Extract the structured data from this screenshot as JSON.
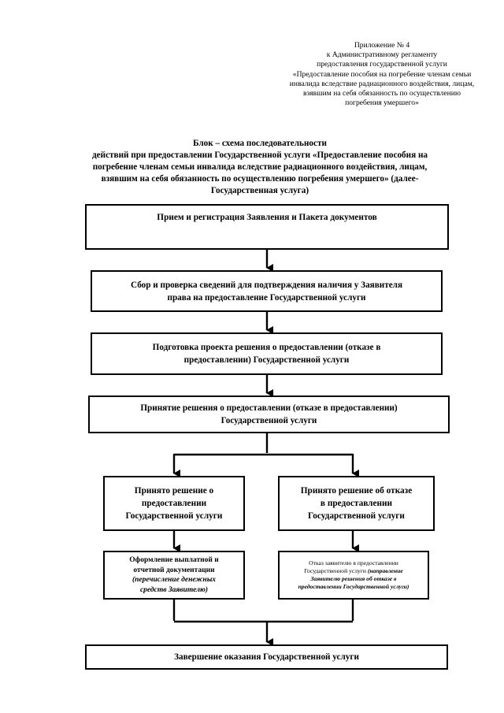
{
  "annex": {
    "lines": [
      "Приложение № 4",
      "к Административному регламенту",
      "предоставления государственной услуги",
      "«Предоставление пособия на погребение членам семьи",
      "инвалида вследствие радиационного воздействия, лицам,",
      "взявшим на себя обязанность по осуществлению",
      "погребения умершего»"
    ]
  },
  "heading": {
    "lines": [
      "Блок – схема последовательности",
      "действий при предоставлении Государственной услуги «Предоставление пособия на",
      "погребение членам семьи инвалида вследствие радиационного воздействия, лицам,",
      "взявшим на себя обязанность по осуществлению погребения умершего» (далее-",
      "Государственная услуга)"
    ]
  },
  "steps": {
    "reception": {
      "lines": [
        "Прием и регистрация Заявления и Пакета документов"
      ]
    },
    "collection": {
      "lines": [
        "Сбор и проверка сведений для подтверждения наличия у Заявителя",
        "права  на предоставление Государственной услуги"
      ]
    },
    "draft": {
      "lines": [
        "Подготовка проекта решения о предоставлении (отказе в",
        "предоставлении) Государственной услуги"
      ]
    },
    "decision": {
      "lines": [
        "Принятие решения о предоставлении (отказе в предоставлении)",
        "Государственной услуги"
      ]
    },
    "approved": {
      "lines": [
        "Принято решение о",
        "предоставлении",
        "Государственной услуги"
      ]
    },
    "refused": {
      "lines": [
        "Принято решение об отказе",
        "в  предоставлении",
        "Государственной услуги"
      ]
    },
    "payment": {
      "bold": [
        "Оформление выплатной и",
        "отчетной документации"
      ],
      "italic": [
        "(перечисление денежных",
        "средств Заявителю)"
      ]
    },
    "refusal_notice": {
      "plain": [
        "Отказ заявителю в предоставлении",
        "Государственной услуги"
      ],
      "italic_inline": "(направление",
      "italic": [
        "Заявителю решения об отказе в",
        "предоставлении Государственной услуги)"
      ]
    },
    "completion": {
      "lines": [
        "Завершение оказания Государственной услуги"
      ]
    }
  }
}
